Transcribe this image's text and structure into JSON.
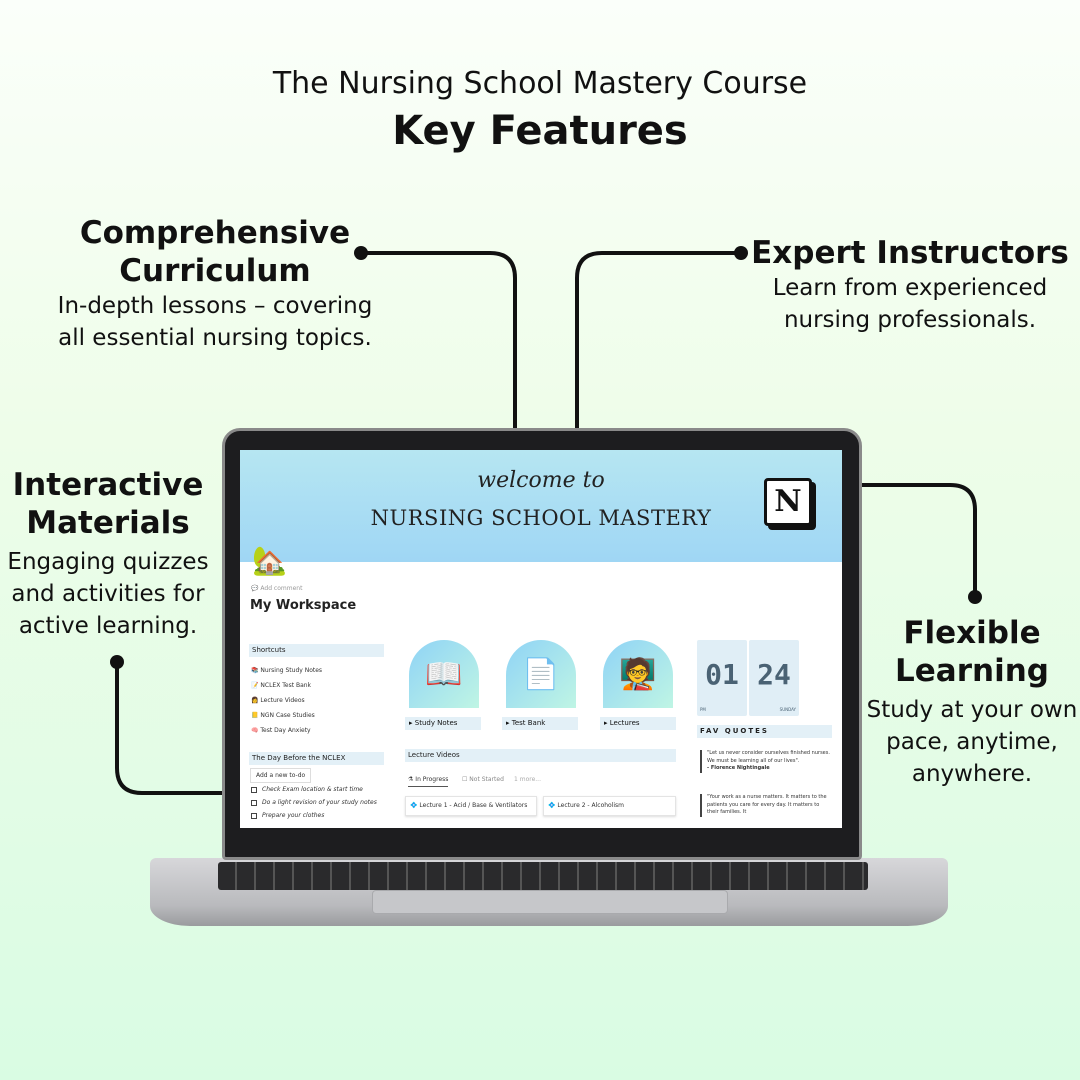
{
  "header": {
    "subtitle": "The Nursing School Mastery Course",
    "title": "Key Features"
  },
  "features": [
    {
      "title_line1": "Comprehensive",
      "title_line2": "Curriculum",
      "desc_line1": "In-depth lessons – covering",
      "desc_line2": "all essential nursing topics."
    },
    {
      "title_line1": "Expert Instructors",
      "desc_line1": "Learn from experienced",
      "desc_line2": "nursing professionals."
    },
    {
      "title_line1": "Interactive",
      "title_line2": "Materials",
      "desc_line1": "Engaging quizzes",
      "desc_line2": "and activities for",
      "desc_line3": "active learning."
    },
    {
      "title_line1": "Flexible",
      "title_line2": "Learning",
      "desc_line1": "Study at your own",
      "desc_line2": "pace, anytime,",
      "desc_line3": "anywhere."
    }
  ],
  "screen": {
    "banner": {
      "welcome": "welcome to",
      "title": "NURSING SCHOOL MASTERY",
      "logo": "N"
    },
    "add_comment": "Add comment",
    "page_title": "My Workspace",
    "shortcuts": {
      "heading": "Shortcuts",
      "items": [
        {
          "icon": "📚",
          "label": "Nursing Study Notes"
        },
        {
          "icon": "📝",
          "label": "NCLEX Test Bank"
        },
        {
          "icon": "👩",
          "label": "Lecture Videos"
        },
        {
          "icon": "📒",
          "label": "NGN Case Studies"
        },
        {
          "icon": "🧠",
          "label": "Test Day Anxiety"
        }
      ]
    },
    "todo": {
      "heading": "The Day Before the NCLEX",
      "add_button": "Add a new to-do",
      "items": [
        "Check Exam location & start time",
        "Do a light revision of your study notes",
        "Prepare your clothes"
      ]
    },
    "cards": [
      {
        "icon": "📖",
        "label": "Study Notes"
      },
      {
        "icon": "📄",
        "label": "Test Bank"
      },
      {
        "icon": "🧑‍🏫",
        "label": "Lectures"
      }
    ],
    "lecture_videos": {
      "heading": "Lecture Videos",
      "tabs": [
        "In Progress",
        "Not Started",
        "1 more..."
      ],
      "items": [
        "Lecture 1 - Acid / Base & Ventilators",
        "Lecture 2 - Alcoholism"
      ]
    },
    "clock": {
      "hour": "01",
      "minute": "24",
      "ampm": "PM",
      "day": "SUNDAY"
    },
    "quotes": {
      "heading": "FAV QUOTES",
      "items": [
        {
          "text": "\"Let us never consider ourselves finished nurses. We must be learning all of our lives\".",
          "author": "- Florence Nightingale"
        },
        {
          "text": "\"Your work as a nurse matters. It matters to the patients you care for every day. It matters to their families. It",
          "author": ""
        }
      ]
    }
  }
}
